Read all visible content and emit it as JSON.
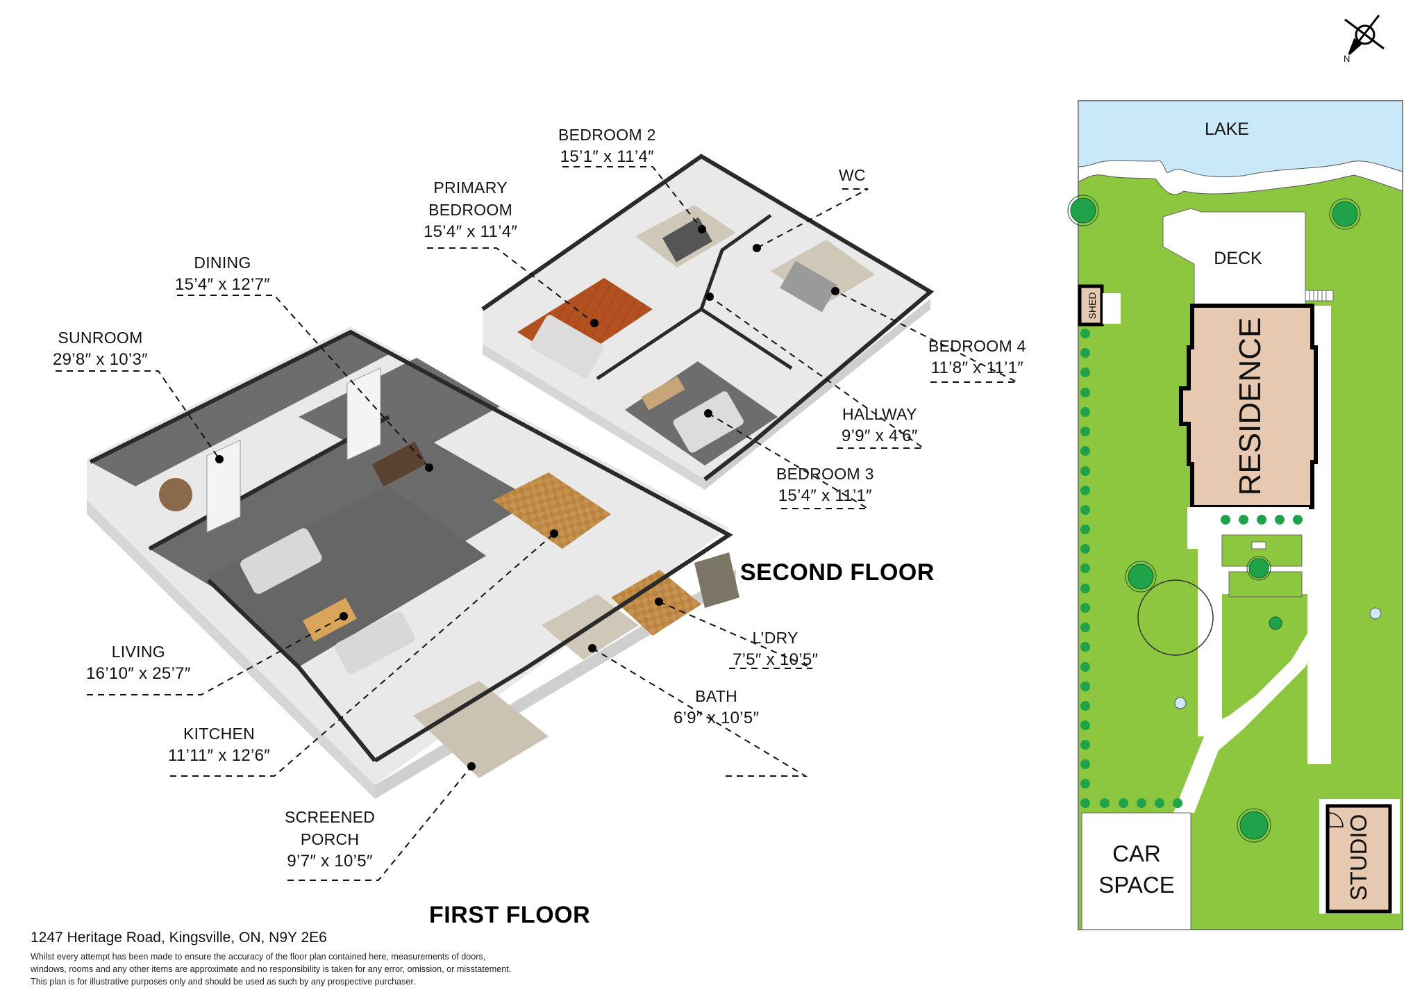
{
  "compass": {
    "label": "N",
    "icon": "north-compass-icon"
  },
  "floors": {
    "first": {
      "title": "FIRST FLOOR",
      "rooms": [
        {
          "name": "SUNROOM",
          "dimensions": "29’8″ x 10’3″"
        },
        {
          "name": "DINING",
          "dimensions": "15’4″ x 12’7″"
        },
        {
          "name": "LIVING",
          "dimensions": "16’10″ x 25’7″"
        },
        {
          "name": "KITCHEN",
          "dimensions": "11’11″ x 12’6″"
        },
        {
          "name": "SCREENED PORCH",
          "name_line1": "SCREENED",
          "name_line2": "PORCH",
          "dimensions": "9’7″ x 10’5″"
        },
        {
          "name": "L’DRY",
          "dimensions": "7’5″ x 10’5″"
        },
        {
          "name": "BATH",
          "dimensions": "6’9″ x 10’5″"
        }
      ]
    },
    "second": {
      "title": "SECOND FLOOR",
      "rooms": [
        {
          "name": "PRIMARY BEDROOM",
          "name_line1": "PRIMARY",
          "name_line2": "BEDROOM",
          "dimensions": "15’4″ x 11’4″"
        },
        {
          "name": "BEDROOM 2",
          "dimensions": "15’1″ x 11’4″"
        },
        {
          "name": "WC",
          "dimensions": ""
        },
        {
          "name": "BEDROOM 4",
          "dimensions": "11’8″ x 11’1″"
        },
        {
          "name": "HALLWAY",
          "dimensions": "9’9″ x 4’6″"
        },
        {
          "name": "BEDROOM 3",
          "dimensions": "15’4″ x 11’1″"
        }
      ]
    }
  },
  "site_plan": {
    "labels": {
      "lake": "LAKE",
      "deck": "DECK",
      "shed": "SHED",
      "residence": "RESIDENCE",
      "car_space_line1": "CAR",
      "car_space_line2": "SPACE",
      "studio": "STUDIO"
    },
    "colors": {
      "lake": "#c9e8f8",
      "lawn": "#8dc63f",
      "tree": "#1fa24a",
      "building": "#e6c9b0",
      "outline": "#000000"
    }
  },
  "footer": {
    "address": "1247 Heritage Road, Kingsville, ON, N9Y 2E6",
    "disclaimer_line1": "Whilst every attempt has been made to ensure the accuracy of the floor plan contained here, measurements of doors,",
    "disclaimer_line2": "windows, rooms and any other items are approximate and no responsibility is taken for any error, omission, or misstatement.",
    "disclaimer_line3": "This plan is for illustrative purposes only and should be used as such by any prospective purchaser."
  }
}
